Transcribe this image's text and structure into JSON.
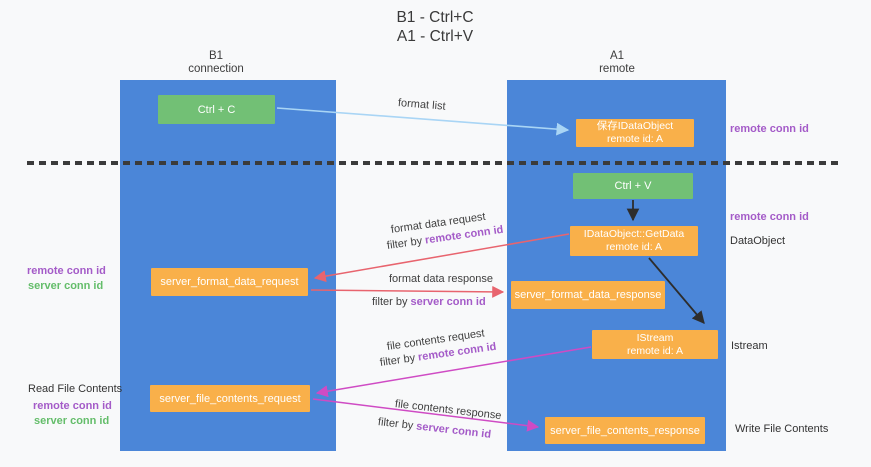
{
  "title": {
    "line1": "B1 - Ctrl+C",
    "line2": "A1 - Ctrl+V"
  },
  "columns": {
    "left": {
      "name": "B1",
      "role": "connection"
    },
    "right": {
      "name": "A1",
      "role": "remote"
    }
  },
  "boxes": {
    "ctrl_c": {
      "label": "Ctrl + C"
    },
    "ctrl_v": {
      "label": "Ctrl + V"
    },
    "save_dataobject": {
      "line1": "保存IDataObject",
      "line2": "remote id: A"
    },
    "getdata": {
      "line1": "IDataObject::GetData",
      "line2": "remote id: A"
    },
    "istream": {
      "line1": "IStream",
      "line2": "remote id: A"
    },
    "format_request": {
      "label": "server_format_data_request"
    },
    "format_response": {
      "label": "server_format_data_response"
    },
    "file_request": {
      "label": "server_file_contents_request"
    },
    "file_response": {
      "label": "server_file_contents_response"
    }
  },
  "arrow_labels": {
    "format_list": "format list",
    "format_data_request": "format data request",
    "format_data_request_filter": {
      "prefix": "filter by ",
      "key": "remote conn id"
    },
    "format_data_response": "format data response",
    "format_data_response_filter": {
      "prefix": "filter by ",
      "key": "server conn id"
    },
    "file_contents_request": "file contents request",
    "file_contents_request_filter": {
      "prefix": "filter by ",
      "key": "remote conn id"
    },
    "file_contents_response": "file contents response",
    "file_contents_response_filter": {
      "prefix": "filter by ",
      "key": "server conn id"
    }
  },
  "side_labels": {
    "right_remote_conn_id_1": "remote conn id",
    "right_remote_conn_id_2": "remote conn id",
    "right_dataobject": "DataObject",
    "right_istream": "Istream",
    "right_write_file": "Write File Contents",
    "left_remote_conn_id_1": "remote conn id",
    "left_server_conn_id_1": "server conn id",
    "left_read_file": "Read File Contents",
    "left_remote_conn_id_2": "remote conn id",
    "left_server_conn_id_2": "server conn id"
  },
  "colors": {
    "column_blue": "#4b86d8",
    "box_orange": "#f9b04a",
    "box_green": "#72c075",
    "label_purple": "#a45bc8",
    "label_green": "#64bd6a",
    "arrow_red": "#e8646e",
    "arrow_magenta": "#cf4bc4",
    "arrow_lightblue": "#a9d5f5",
    "arrow_black": "#2d2d2d"
  }
}
